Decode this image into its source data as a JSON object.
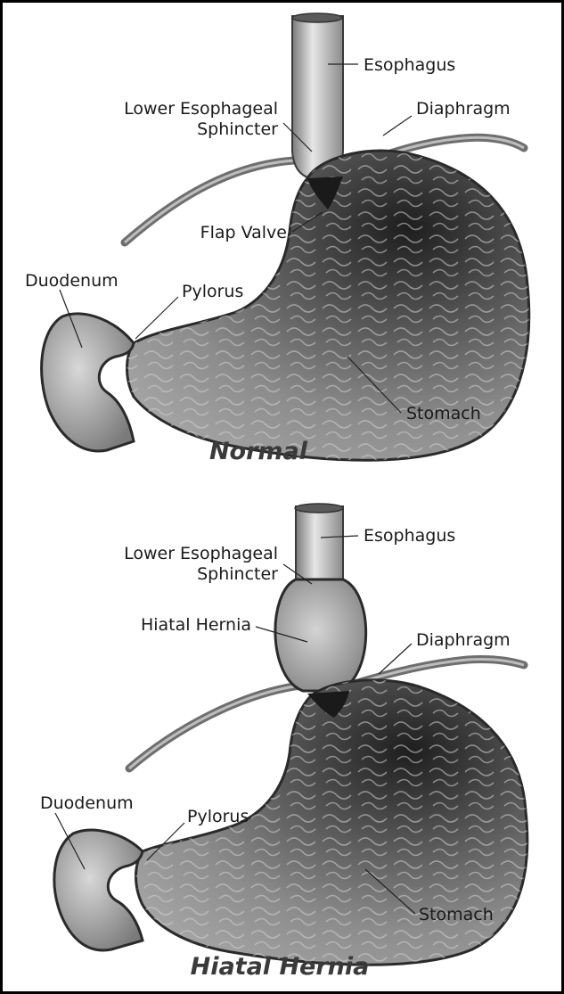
{
  "panels": [
    {
      "title": "Normal",
      "labels": {
        "esophagus": "Esophagus",
        "les_line1": "Lower Esophageal",
        "les_line2": "Sphincter",
        "diaphragm": "Diaphragm",
        "flap_valve": "Flap Valve",
        "duodenum": "Duodenum",
        "pylorus": "Pylorus",
        "stomach": "Stomach"
      }
    },
    {
      "title": "Hiatal Hernia",
      "labels": {
        "esophagus": "Esophagus",
        "les_line1": "Lower Esophageal",
        "les_line2": "Sphincter",
        "hiatal_hernia": "Hiatal Hernia",
        "diaphragm": "Diaphragm",
        "duodenum": "Duodenum",
        "pylorus": "Pylorus",
        "stomach": "Stomach"
      }
    }
  ]
}
